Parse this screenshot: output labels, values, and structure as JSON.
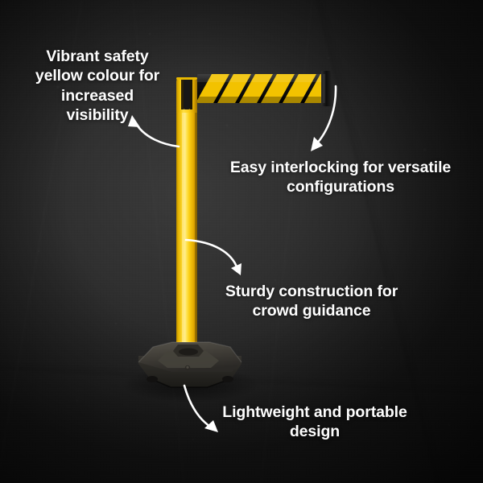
{
  "scene": {
    "background_color": "#2b2b2b",
    "background_description": "dark textured slate / chalkboard wall"
  },
  "product": {
    "name": "retractable-belt-barrier-post",
    "post_color": "#f5c400",
    "belt_colors": [
      "#141414",
      "#f2c200"
    ],
    "base_color": "#3a3833",
    "belt_stripe_count": 6
  },
  "callouts": [
    {
      "id": "visibility",
      "text": "Vibrant safety\nyellow colour for\nincreased\nvisibility",
      "arrow": "arrow-to-post-top"
    },
    {
      "id": "interlocking",
      "text": "Easy interlocking for versatile\nconfigurations",
      "arrow": "arrow-to-belt-end"
    },
    {
      "id": "sturdy",
      "text": "Sturdy construction for\ncrowd guidance",
      "arrow": "arrow-to-post-shaft"
    },
    {
      "id": "lightweight",
      "text": "Lightweight and portable\ndesign",
      "arrow": "arrow-to-base"
    }
  ],
  "arrow_color": "#ffffff"
}
